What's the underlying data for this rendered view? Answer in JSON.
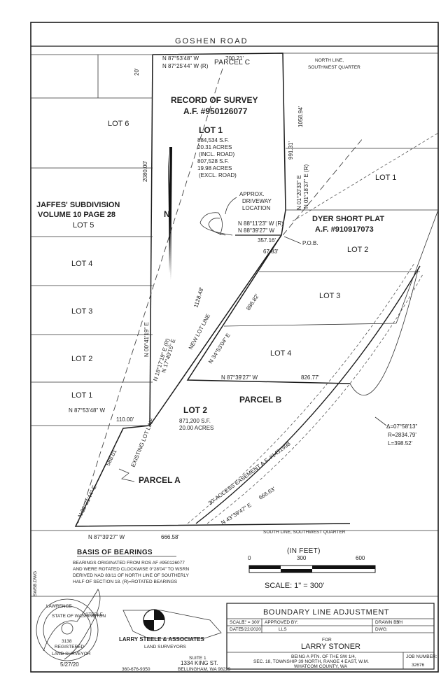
{
  "roads": {
    "goshen": "GOSHEN ROAD",
    "road_width": "20'"
  },
  "lines": {
    "north_line": "NORTH LINE,",
    "north_line_2": "SOUTHWEST QUARTER",
    "south_line": "SOUTH LINE, SOUTHWEST QUARTER"
  },
  "parcels": {
    "c": "PARCEL C",
    "b": "PARCEL B",
    "a": "PARCEL A"
  },
  "record": {
    "title": "RECORD OF SURVEY",
    "af": "A.F. #950126077"
  },
  "lot1_main": {
    "title": "LOT 1",
    "l1": "884,534 S.F.",
    "l2": "20.31 ACRES",
    "l3": "(INCL. ROAD)",
    "l4": "807,528 S.F.",
    "l5": "19.98 ACRES",
    "l6": "(EXCL. ROAD)"
  },
  "lot2_main": {
    "title": "LOT 2",
    "l1": "871,200 S.F.",
    "l2": "20.00 ACRES"
  },
  "jaffes": {
    "t1": "JAFFES' SUBDIVISION",
    "t2": "VOLUME 10 PAGE 28",
    "lot6": "LOT 6",
    "lot5": "LOT 5",
    "lot4": "LOT 4",
    "lot3": "LOT 3",
    "lot2": "LOT 2",
    "lot1": "LOT 1"
  },
  "dyer": {
    "t1": "DYER SHORT PLAT",
    "t2": "A.F. #910917073",
    "lot1": "LOT 1",
    "lot2": "LOT 2",
    "lot3": "LOT 3",
    "lot4": "LOT 4"
  },
  "driveway": {
    "l1": "APPROX.",
    "l2": "DRIVEWAY",
    "l3": "LOCATION"
  },
  "pob": "P.O.B.",
  "bearings": {
    "top1": "N 87°53'48\" W",
    "top1_dist": "700.21'",
    "top2": "N 87°25'44\" W (R)",
    "east1": "N 01°20'33\" E",
    "east1_dist": "1058.94'",
    "east2": "N 01°18'37\" E (R)",
    "east2_dist": "991.31'",
    "west1": "N 00°41'19\" E",
    "west1_dist": "2080.00'",
    "mid1": "N 88°11'23\" W (R)",
    "mid2": "N 88°39'27\" W",
    "mid_dist": "357.16'",
    "mid_dist2": "67.83'",
    "diag_r": "N 18°17'19\" E (R)",
    "diag2": "N 17°49'15\" E",
    "newlot_dist": "1128.48'",
    "newlot": "NEW LOT LINE",
    "c34": "N 34°53'04\" E",
    "c34_dist": "886.82'",
    "b8739": "N 87°39'27\" W",
    "b8739_dist": "826.77'",
    "w8753": "N 87°53'48\" W",
    "w8753_dist": "110.00'",
    "existing": "EXISTING LOT LINE",
    "sw": "N 28°21'44\" E",
    "sw_dist": "588.01'",
    "bottom": "N 87°39'27\" W",
    "bottom_dist": "666.58'",
    "access": "30' ACCESS EASEMENT A.F. #1451998",
    "ease": "N 43°39'47\" E",
    "ease_dist": "666.63'",
    "curve_d": "Δ=07°58'13\"",
    "curve_r": "R=2834.79'",
    "curve_l": "L=398.52'"
  },
  "basis": {
    "title": "BASIS OF BEARINGS",
    "l1": "BEARINGS ORIGINATED FROM ROS AF #950126077",
    "l2": "AND WERE ROTATED CLOCKWISE 0°28'04\" TO WSRN",
    "l3": "DERIVED NAD 83/11 OF NORTH LINE OF SOUTHERLY",
    "l4": "HALF OF SECTION 18.   (R)=ROTATED BEARINGS"
  },
  "scale": {
    "in_feet": "(IN FEET)",
    "t0": "0",
    "t300": "300",
    "t600": "600",
    "label": "SCALE: 1\" = 300'"
  },
  "company": {
    "name": "LARRY STEELE & ASSOCIATES",
    "sub": "LAND SURVEYORS",
    "suite": "SUITE 1",
    "addr": "1334 KING ST.",
    "city": "BELLINGHAM, WA 98229",
    "phone": "360-676-9350"
  },
  "stamp": {
    "top": "LAWRENCE",
    "right": "STEELE",
    "state": "STATE OF WASHINGTON",
    "num": "3138",
    "reg": "REGISTERED",
    "bottom": "LAND SURVEYOR",
    "date": "5/27/20"
  },
  "titleblock": {
    "title": "BOUNDARY LINE ADJUSTMENT",
    "scale_lbl": "SCALE:",
    "scale_val": "1\" = 300'",
    "approved_lbl": "APPROVED BY:",
    "drawn_lbl": "DRAWN BY:",
    "drawn_val": "SH",
    "date_lbl": "DATE:",
    "date_val": "5/22/2020",
    "approved_val": "LLS",
    "dwg_lbl": "DWG:",
    "for_lbl": "FOR",
    "for_name": "LARRY STONER",
    "desc1": "BEING A PTN. OF THE SW 1/4,",
    "desc2": "SEC. 18, TOWNSHIP 39 NORTH, RANGE 4 EAST, W.M.",
    "desc3": "WHATCOM COUNTY, WA",
    "job_lbl": "JOB NUMBER:",
    "job_val": "32676"
  },
  "side_label": "SW5B.DWG"
}
